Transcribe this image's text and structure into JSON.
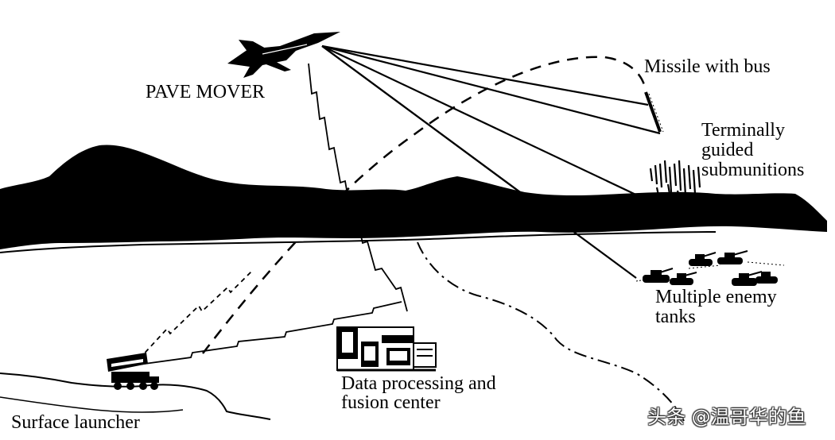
{
  "labels": {
    "pave_mover": "PAVE MOVER",
    "missile_with_bus": "Missile with bus",
    "terminally_guided_1": "Terminally",
    "terminally_guided_2": "guided",
    "terminally_guided_3": "submunitions",
    "multiple_enemy_tanks_1": "Multiple enemy",
    "multiple_enemy_tanks_2": "tanks",
    "data_processing_1": "Data processing and",
    "data_processing_2": "fusion center",
    "surface_launcher": "Surface launcher"
  },
  "watermark": "头条 @温哥华的鱼",
  "colors": {
    "ink": "#000000",
    "paper": "#ffffff"
  }
}
